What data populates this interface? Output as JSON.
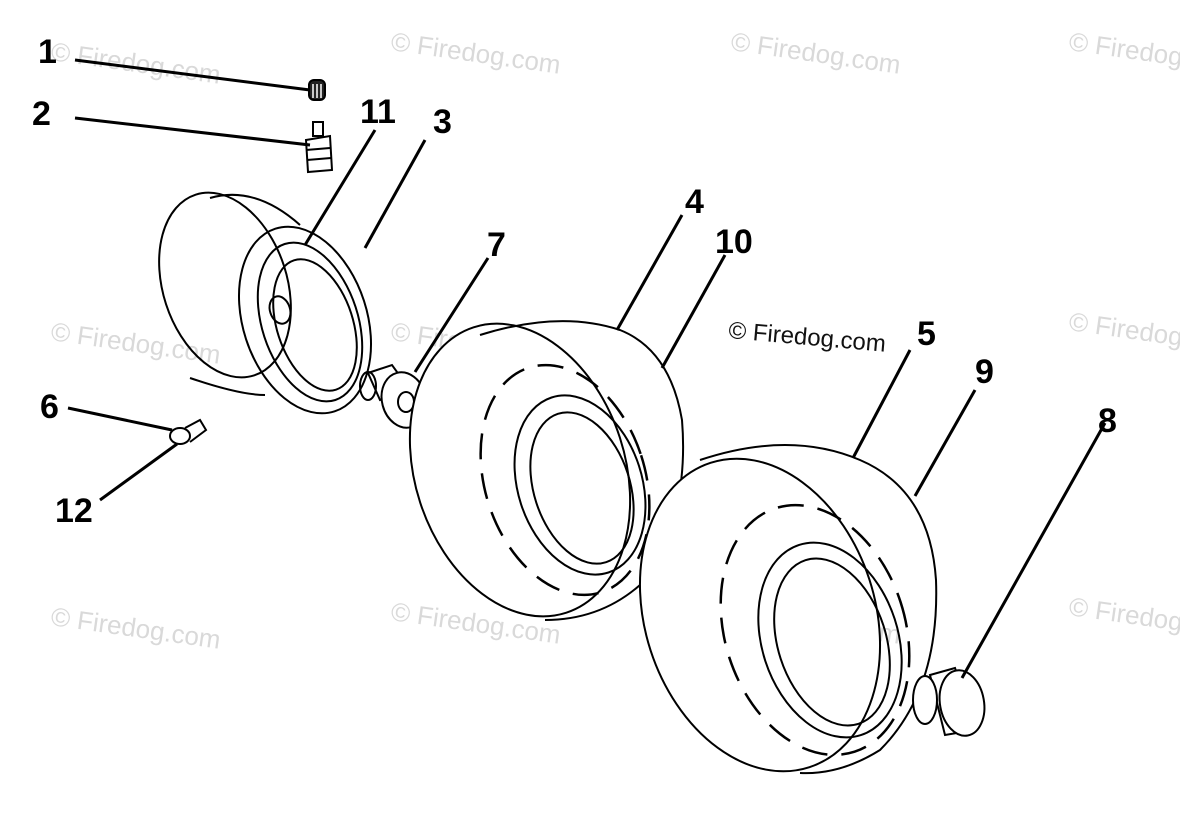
{
  "watermark": "© Firedog.com",
  "callouts": [
    {
      "id": "1",
      "label": "1"
    },
    {
      "id": "2",
      "label": "2"
    },
    {
      "id": "3",
      "label": "3"
    },
    {
      "id": "4",
      "label": "4"
    },
    {
      "id": "5",
      "label": "5"
    },
    {
      "id": "6",
      "label": "6"
    },
    {
      "id": "7",
      "label": "7"
    },
    {
      "id": "8",
      "label": "8"
    },
    {
      "id": "9",
      "label": "9"
    },
    {
      "id": "10",
      "label": "10"
    },
    {
      "id": "11",
      "label": "11"
    },
    {
      "id": "12",
      "label": "12"
    }
  ]
}
